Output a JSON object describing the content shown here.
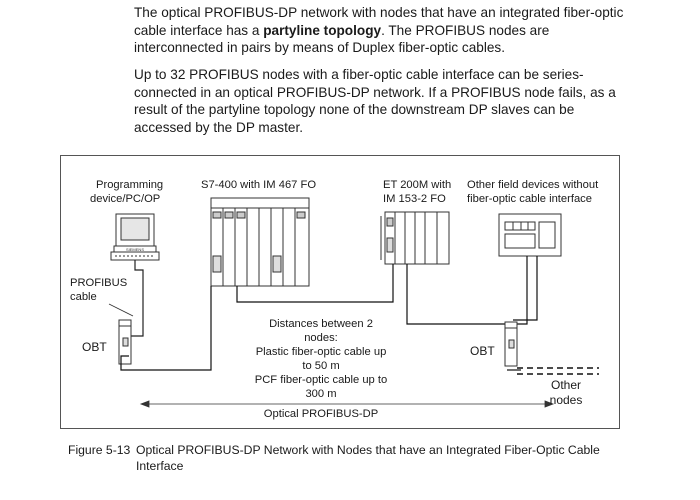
{
  "text": {
    "p1_a": "The optical PROFIBUS-DP network with nodes that have an integrated fiber-optic cable interface has a ",
    "p1_bold": "partyline topology",
    "p1_b": ". The PROFIBUS nodes are interconnected in pairs by means of Duplex fiber-optic cables.",
    "p2": "Up to 32 PROFIBUS nodes with a fiber-optic cable interface can be series-connected in an optical PROFIBUS-DP network. If a PROFIBUS node fails, as a result of the partyline topology none of the downstream DP slaves can be accessed by the DP master."
  },
  "figure": {
    "pg_line1": "Programming",
    "pg_line2": "device/PC/OP",
    "s7": "S7-400 with IM 467 FO",
    "et_line1": "ET 200M with",
    "et_line2": "IM 153-2 FO",
    "other_line1": "Other field devices without",
    "other_line2": "fiber-optic cable interface",
    "cable_line1": "PROFIBUS",
    "cable_line2": "cable",
    "obt_left": "OBT",
    "obt_right": "OBT",
    "dist_line1": "Distances between 2",
    "dist_line2": "nodes:",
    "dist_line3": "Plastic fiber-optic cable up",
    "dist_line4": "to 50 m",
    "dist_line5": "PCF fiber-optic cable up to",
    "dist_line6": "300 m",
    "network": "Optical PROFIBUS-DP",
    "other_nodes_line1": "Other",
    "other_nodes_line2": "nodes",
    "pc_logo": "SIEMENS"
  },
  "caption": {
    "number": "Figure 5-13",
    "text": "Optical PROFIBUS-DP Network with Nodes that have an Integrated Fiber-Optic Cable Interface"
  }
}
